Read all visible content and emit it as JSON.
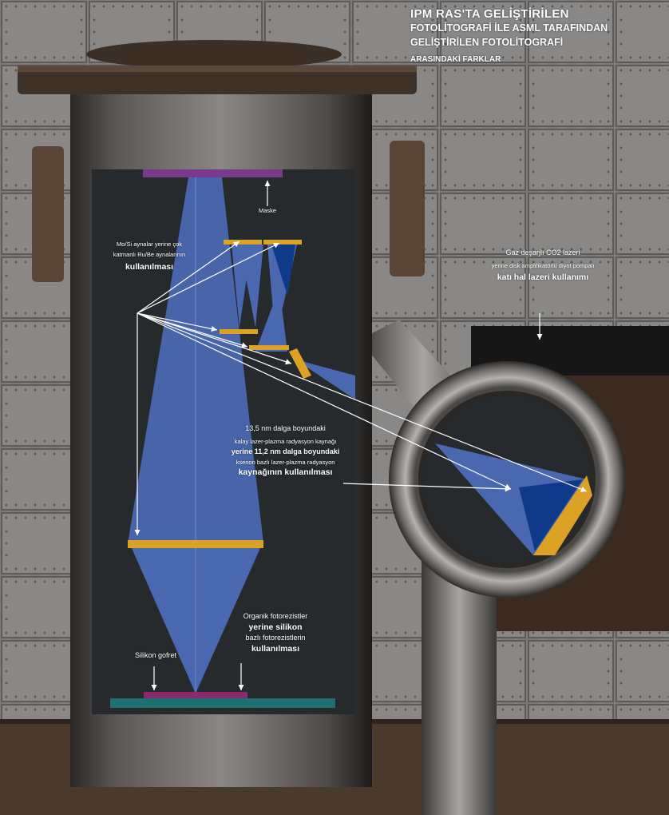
{
  "title": {
    "line1": "IPM RAS'TA GELİŞTİRİLEN",
    "line2": "FOTOLİTOGRAFİ İLE ASML TARAFINDAN",
    "line3": "GELİŞTİRİLEN FOTOLİTOGRAFİ",
    "line4": "ARASINDAKİ FARKLAR"
  },
  "labels": {
    "mask": "Maske",
    "mirrors_line1": "Mo/Si aynalar yerine çok",
    "mirrors_line2": "katmanlı Ru/Be aynalarının",
    "mirrors_line3": "kullanılması",
    "laser_line1": "Gaz deşarjlı CO2 lazeri",
    "laser_line2": "yerine disk amplifikatörlü diyot pompalı",
    "laser_line3": "katı hal lazeri kullanımı",
    "source_line1": "13,5 nm dalga boyundaki",
    "source_line2": "kalay lazer-plazma radyasyon kaynağı",
    "source_line3": "yerine 11,2 nm dalga boyundaki",
    "source_line4": "ksenon bazlı lazer-plazma radyasyon",
    "source_line5": "kaynağının kullanılması",
    "resist_line1": "Organik fotorezistler",
    "resist_line2": "yerine silikon",
    "resist_line3": "bazlı fotorezistlerin",
    "resist_line4": "kullanılması",
    "wafer": "Silikon gofret"
  },
  "colors": {
    "panel": "#262a2c",
    "beam": "#4a68b0",
    "beam_dark": "#0f3a8a",
    "mirror": "#dca226",
    "mask": "#7a3a8c",
    "wafer_resist": "#8a2a6e",
    "stage": "#1f6f73",
    "metal": "#7a7774"
  }
}
